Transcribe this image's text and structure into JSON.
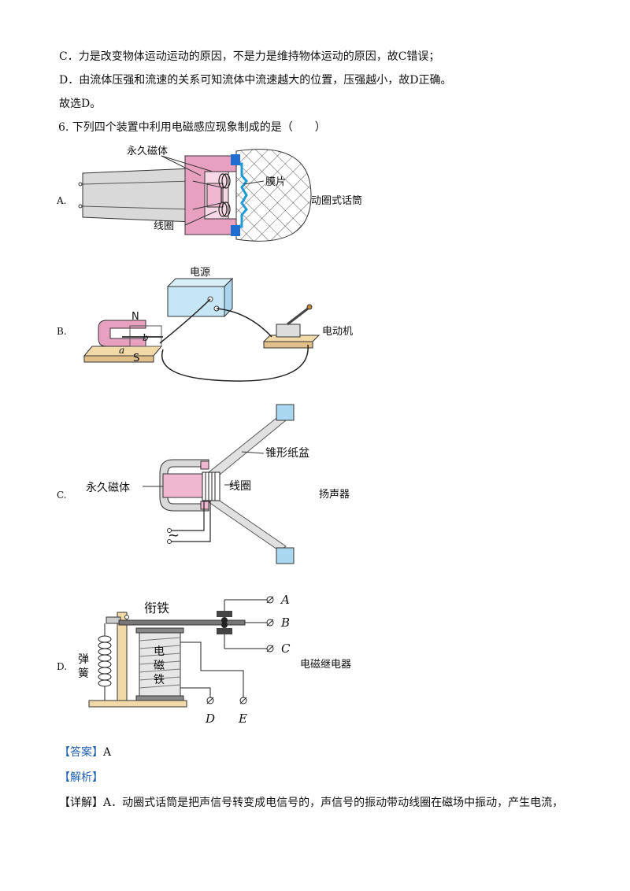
{
  "lines": {
    "c_text": "C．力是改变物体运动运动的原因，不是力是维持物体运动的原因，故C错误；",
    "d_text": "D．由流体压强和流速的关系可知流体中流速越大的位置，压强越小，故D正确。",
    "choose": "故选D。",
    "q6": "6. 下列四个装置中利用电磁感应现象制成的是（　　）"
  },
  "options": {
    "a": "A.",
    "b": "B.",
    "c": "C.",
    "d": "D."
  },
  "fig_a": {
    "magnet": "永久磁体",
    "membrane": "膜片",
    "coil": "线圈",
    "caption": "动圈式话筒"
  },
  "fig_b": {
    "power": "电源",
    "n": "N",
    "s": "S",
    "a": "a",
    "b": "b",
    "caption": "电动机"
  },
  "fig_c": {
    "cone": "锥形纸盆",
    "magnet": "永久磁体",
    "coil": "线圈",
    "ac": "~",
    "caption": "扬声器"
  },
  "fig_d": {
    "armature": "衔铁",
    "spring1": "弹",
    "spring2": "簧",
    "em1": "电",
    "em2": "磁",
    "em3": "铁",
    "A": "A",
    "B": "B",
    "C": "C",
    "D": "D",
    "E": "E",
    "caption": "电磁继电器"
  },
  "answer": {
    "tag": "【答案】",
    "value": "A"
  },
  "analysis": {
    "tag": "【解析】"
  },
  "detail": {
    "tag": "【详解】",
    "text": "A．动圈式话筒是把声信号转变成电信号的，声信号的振动带动线圈在磁场中振动，产生电流，"
  }
}
